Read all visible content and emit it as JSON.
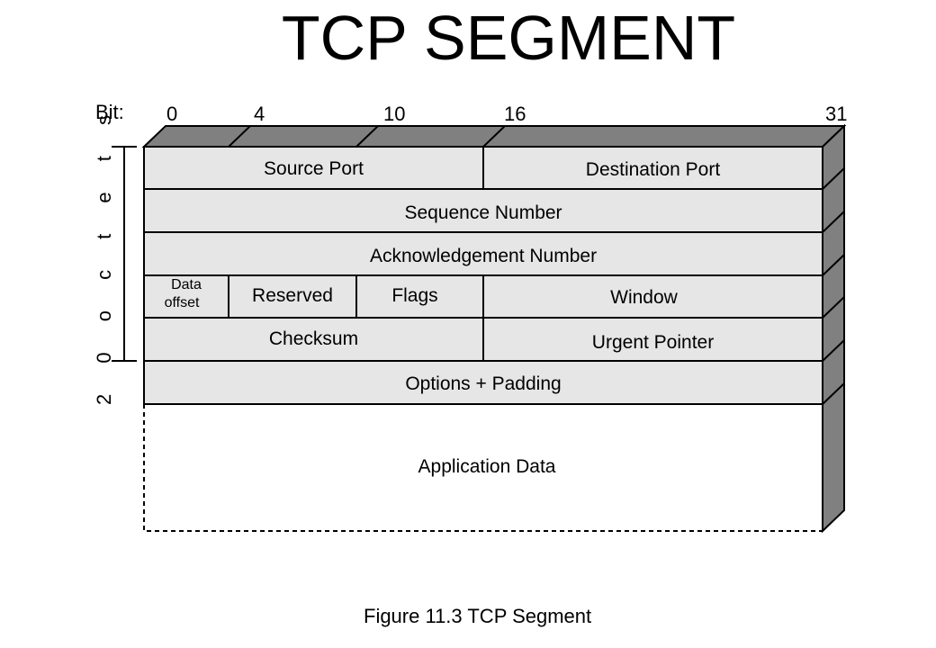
{
  "title": "TCP SEGMENT",
  "bit_label": "Bit:",
  "bit_markers": [
    "0",
    "4",
    "10",
    "16",
    "31"
  ],
  "side_label": "2 0 o c t e t s",
  "fields": {
    "source_port": "Source Port",
    "destination_port": "Destination Port",
    "sequence_number": "Sequence Number",
    "acknowledgement_number": "Acknowledgement Number",
    "data_offset_line1": "Data",
    "data_offset_line2": "offset",
    "reserved": "Reserved",
    "flags": "Flags",
    "window": "Window",
    "checksum": "Checksum",
    "urgent_pointer": "Urgent Pointer",
    "options_padding": "Options + Padding",
    "application_data": "Application Data"
  },
  "caption": "Figure 11.3    TCP Segment",
  "colors": {
    "field_fill": "#e6e6e6",
    "side_fill": "#808080",
    "top_fill": "#808080",
    "line": "#000000"
  }
}
